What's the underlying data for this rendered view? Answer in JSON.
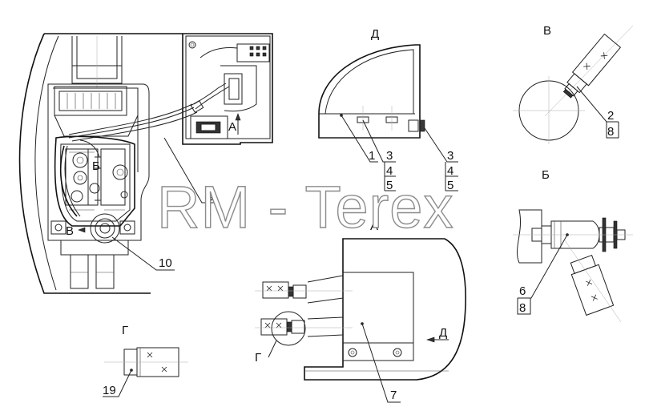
{
  "watermark": "RM - Terex",
  "views": {
    "main": {
      "view_a": "А",
      "view_b": "Б",
      "view_v": "В"
    },
    "view_d": {
      "title": "Д"
    },
    "view_v_detail": {
      "title": "В"
    },
    "view_b_detail": {
      "title": "Б"
    },
    "view_a_detail": {
      "title": "А",
      "arrow_label": "Д"
    },
    "view_g_detail": {
      "title": "Г",
      "circle_label": "Г"
    }
  },
  "callouts": {
    "main_9": "9",
    "main_10": "10",
    "d_1": "1",
    "d_mid": [
      "3",
      "4",
      "5"
    ],
    "d_right": [
      "3",
      "4",
      "5"
    ],
    "v_2": "2",
    "v_8": "8",
    "b_6": "6",
    "b_8": "8",
    "a_7": "7",
    "g_19": "19"
  }
}
